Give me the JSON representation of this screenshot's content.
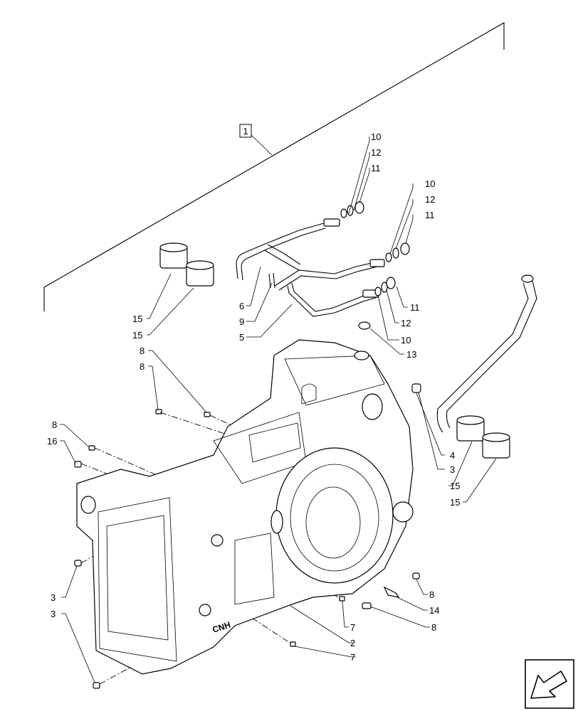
{
  "assembly_label": "1",
  "callouts": {
    "c10a": "10",
    "c12a": "12",
    "c11a": "11",
    "c10b": "10",
    "c12b": "12",
    "c11b": "11",
    "c11c": "11",
    "c12c": "12",
    "c10c": "10",
    "c13": "13",
    "c6": "6",
    "c9": "9",
    "c5": "5",
    "c15a": "15",
    "c15b": "15",
    "c8a": "8",
    "c8b": "8",
    "c4": "4",
    "c3a": "3",
    "c15c": "15",
    "c15d": "15",
    "c8c": "8",
    "c16": "16",
    "c3b": "3",
    "c3c": "3",
    "c8d": "8",
    "c14": "14",
    "c8e": "8",
    "c7a": "7",
    "c2": "2",
    "c7b": "7"
  },
  "housing_logo": "CNH",
  "nav_icon": "arrow-down-left-icon"
}
